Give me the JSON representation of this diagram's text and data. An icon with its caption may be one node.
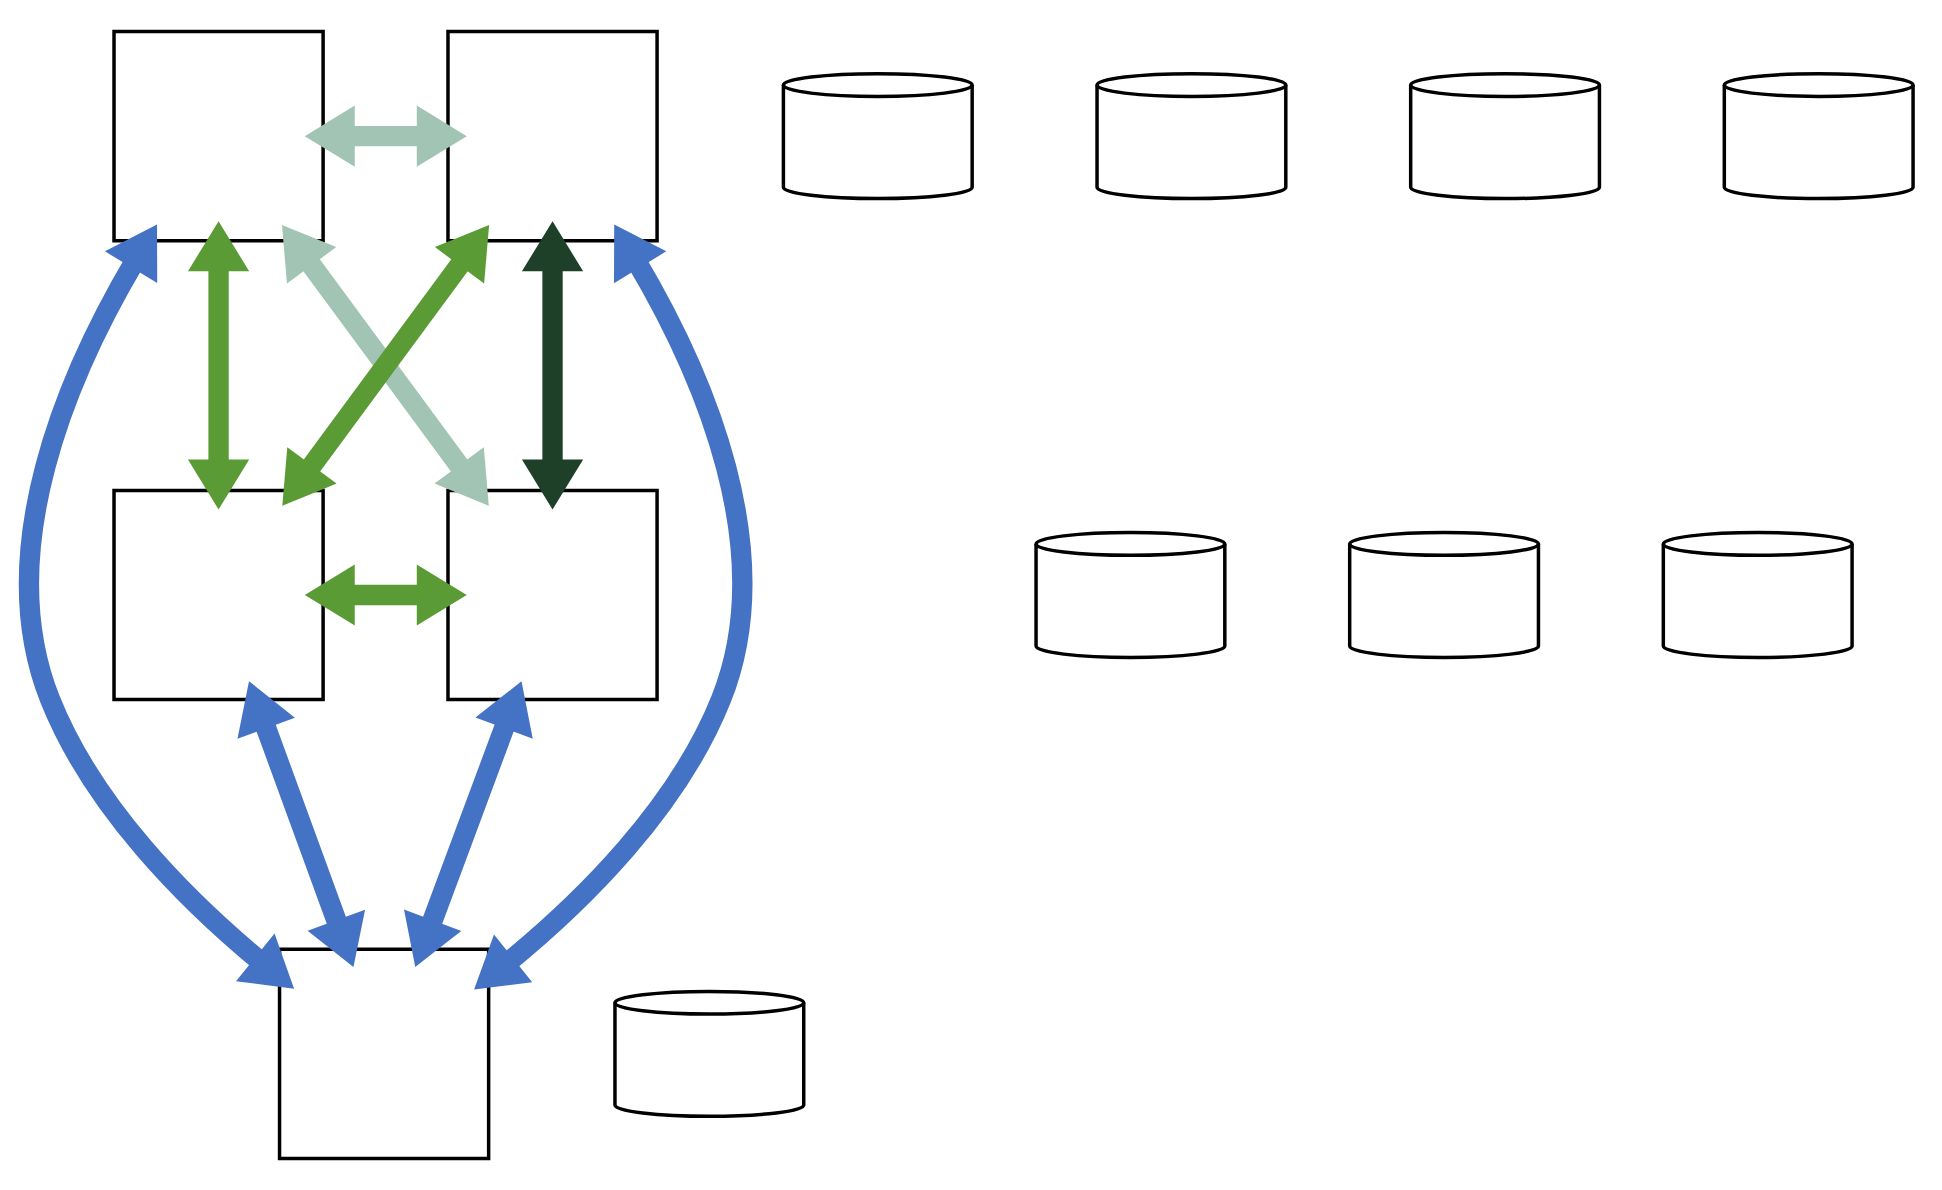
{
  "diagram": {
    "nodes": [
      {
        "text": [],
        "shape": "box"
      },
      {
        "text": [],
        "shape": "cylinder"
      },
      {
        "text": [],
        "shape": "cylinder"
      },
      {
        "text": [],
        "shape": "cylinder"
      },
      {
        "text": [],
        "shape": "box"
      },
      {
        "text": [],
        "shape": "cylinder"
      },
      {
        "text": [],
        "shape": "box"
      },
      {
        "text": [],
        "shape": "cylinder"
      },
      {
        "text": [],
        "shape": "box"
      },
      {
        "text": [],
        "shape": "cylinder"
      },
      {
        "text": [],
        "shape": "cylinder"
      },
      {
        "text": [],
        "shape": "box"
      },
      {
        "text": [],
        "shape": "cylinder"
      }
    ],
    "edges": [
      {
        "from": 0,
        "to": 4,
        "arrow": "both",
        "color": "#a2c4b5"
      },
      {
        "from": 0,
        "to": 6,
        "arrow": "both",
        "color": "#5b9b35"
      },
      {
        "from": 4,
        "to": 6,
        "arrow": "both",
        "color": "#5b9b35"
      },
      {
        "from": 0,
        "to": 8,
        "arrow": "both",
        "color": "#a2c4b5"
      },
      {
        "from": 0,
        "to": 11,
        "arrow": "both"
      },
      {
        "from": 6,
        "to": 8,
        "arrow": "both",
        "color": "#5b9b35"
      },
      {
        "from": 6,
        "to": 11,
        "arrow": "both"
      },
      {
        "from": 4,
        "to": 11,
        "arrow": "both"
      },
      {
        "from": 4,
        "to": 8,
        "arrow": "both",
        "color": "#1e4028"
      },
      {
        "from": 8,
        "to": 11,
        "arrow": "both"
      }
    ]
  }
}
